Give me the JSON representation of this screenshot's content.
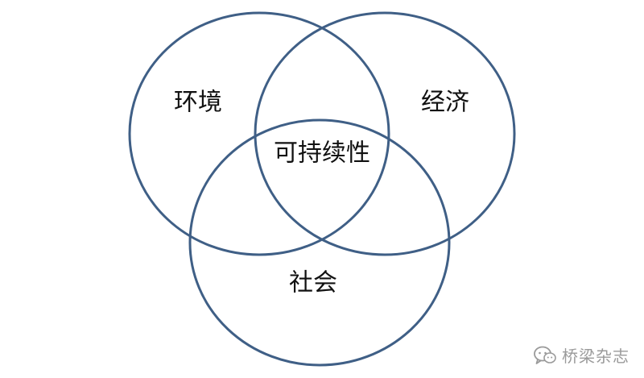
{
  "diagram": {
    "circles": [
      {
        "id": "environment",
        "label": "环境"
      },
      {
        "id": "economy",
        "label": "经济"
      },
      {
        "id": "society",
        "label": "社会"
      }
    ],
    "intersection_label": "可持续性",
    "stroke_color": "#3f5f86"
  },
  "watermark": {
    "icon": "wechat-icon",
    "text": "桥梁杂志"
  }
}
